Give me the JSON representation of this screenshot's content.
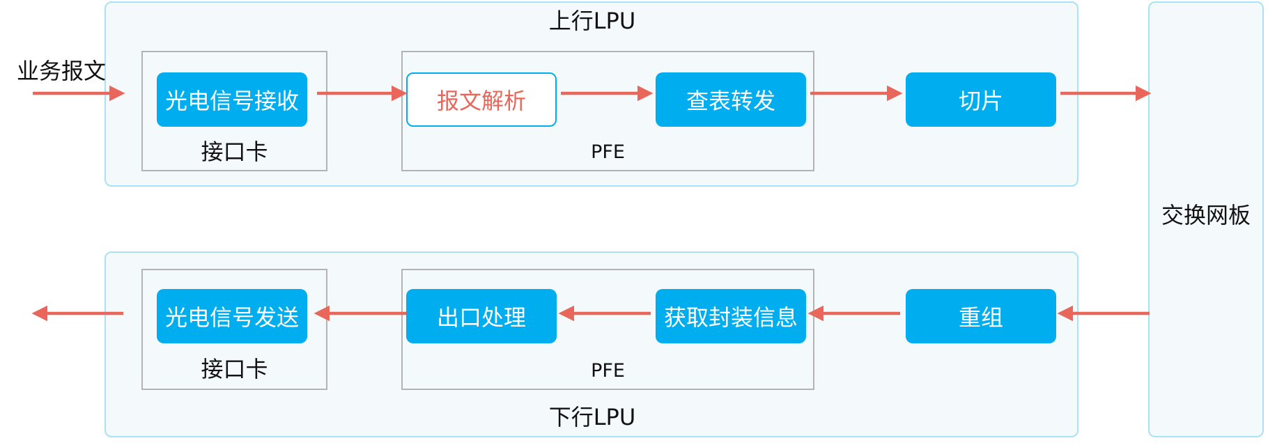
{
  "colors": {
    "accent": "#00aeef",
    "arrow": "#e8675a",
    "panel_bg": "#f4fafc",
    "panel_border": "#a9e2f5",
    "group_border": "#b3b3b3"
  },
  "input_label": "业务报文",
  "switch_board": "交换网板",
  "upstream": {
    "title": "上行LPU",
    "interface_card": {
      "label": "接口卡",
      "node": "光电信号接收"
    },
    "pfe": {
      "label": "PFE",
      "nodes": [
        "报文解析",
        "查表转发"
      ]
    },
    "slice": "切片"
  },
  "downstream": {
    "title": "下行LPU",
    "interface_card": {
      "label": "接口卡",
      "node": "光电信号发送"
    },
    "pfe": {
      "label": "PFE",
      "nodes": [
        "出口处理",
        "获取封装信息"
      ]
    },
    "reassemble": "重组"
  }
}
